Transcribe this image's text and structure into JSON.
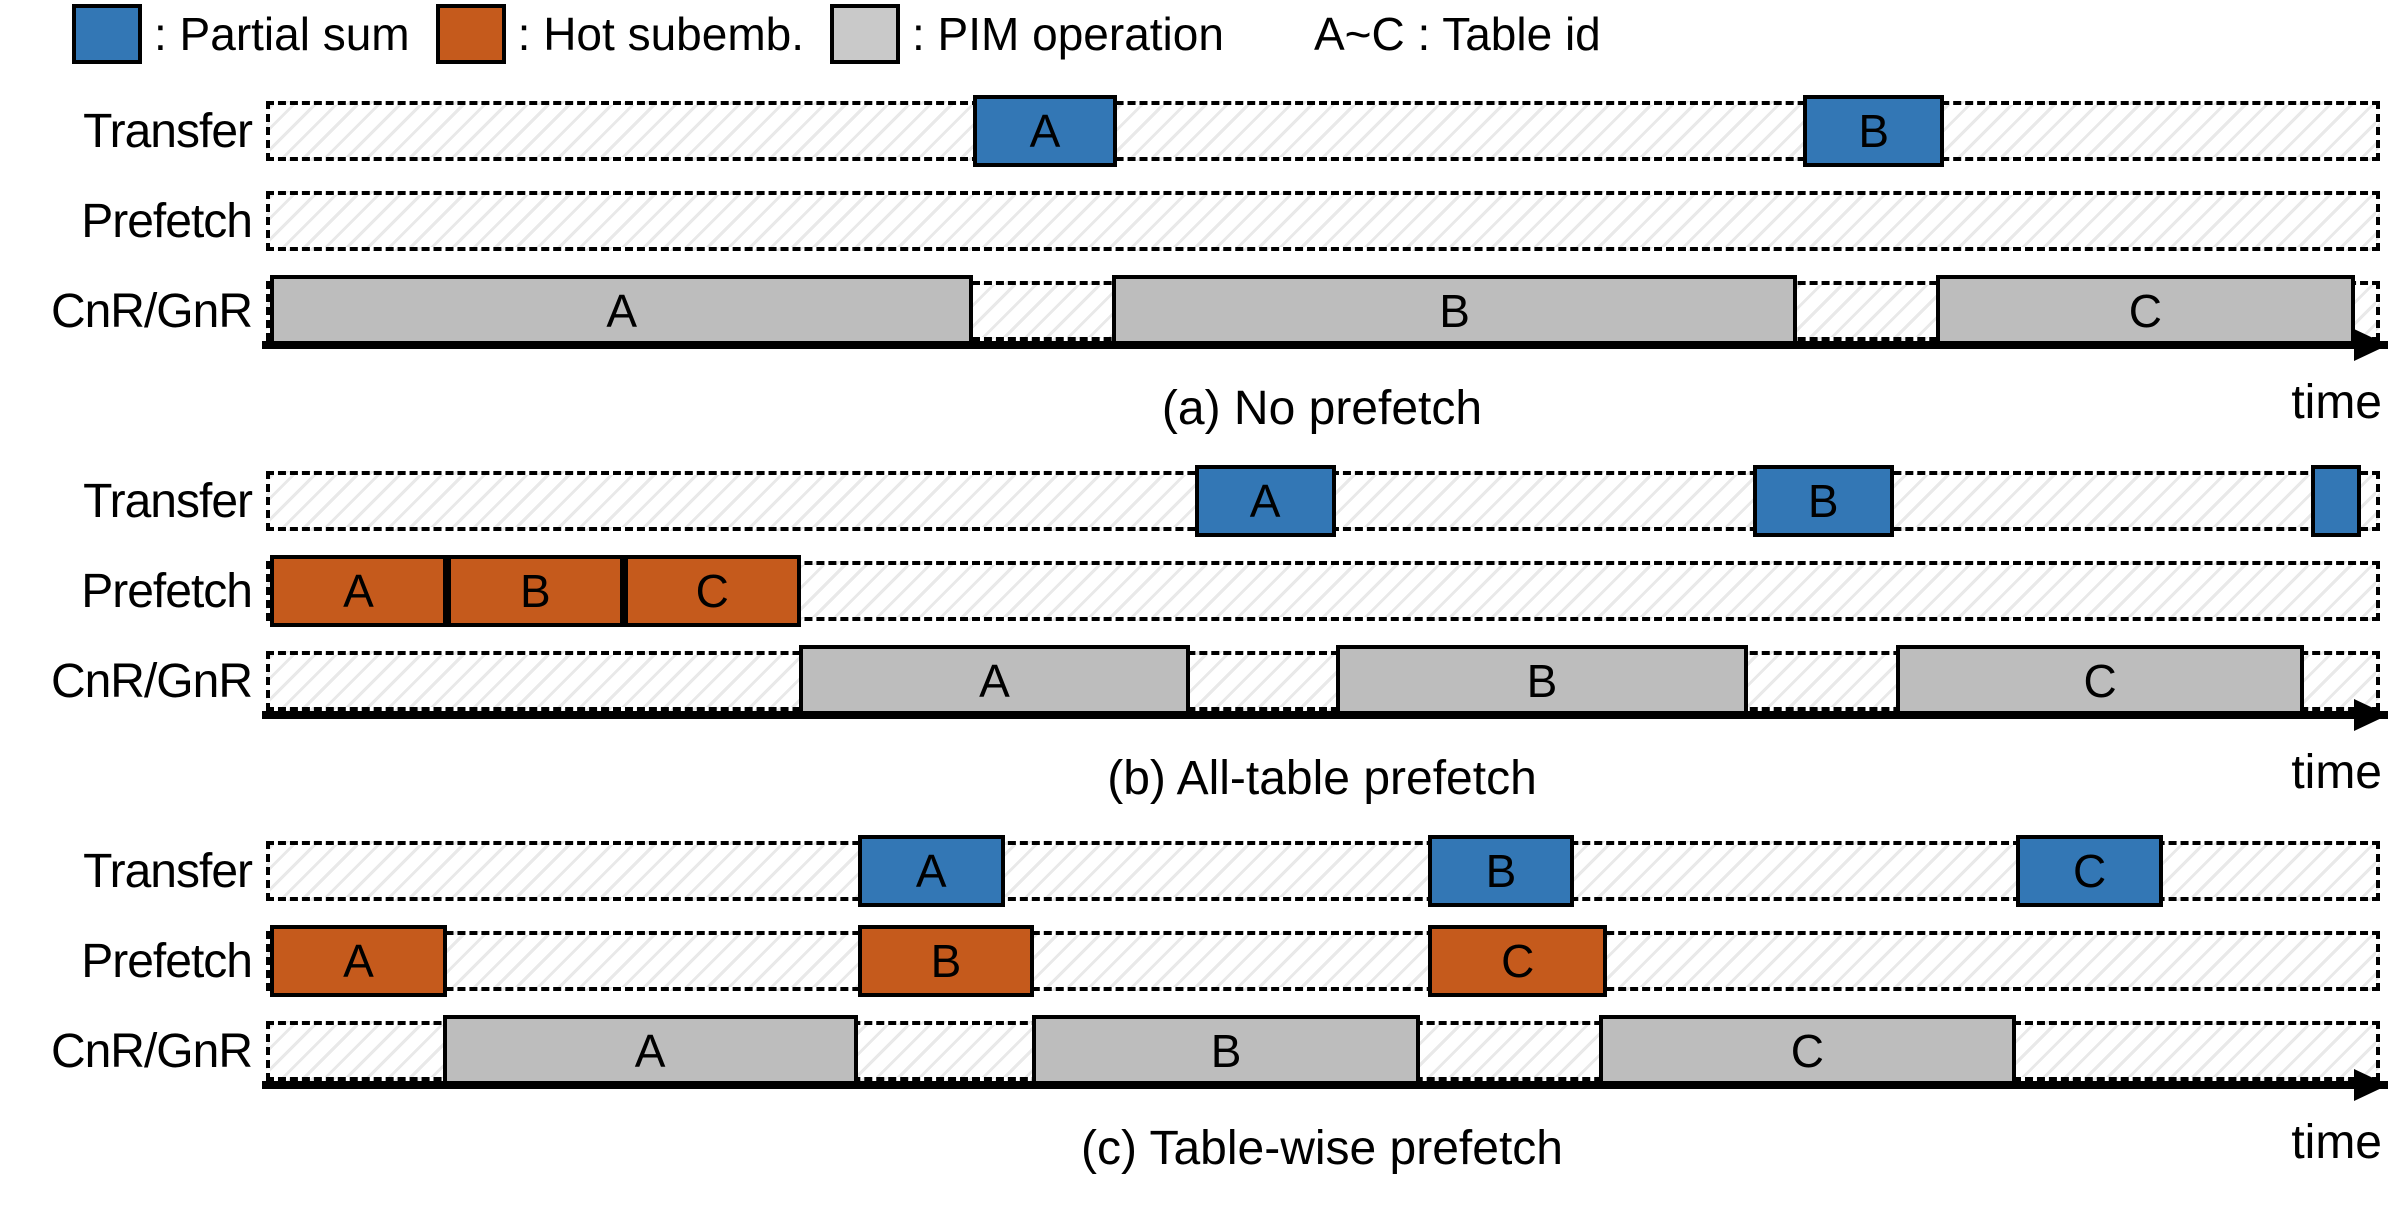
{
  "legend": {
    "items": [
      {
        "name": "partial-sum",
        "swatch_color": "#3377B5",
        "label": ": Partial sum"
      },
      {
        "name": "hot-subemb",
        "swatch_color": "#C55A1C",
        "label": ": Hot subemb."
      },
      {
        "name": "pim-operation",
        "swatch_color": "#C9C9C9",
        "label": ": PIM operation"
      }
    ],
    "note": "A~C : Table id"
  },
  "axis": {
    "time_label": "time"
  },
  "colors": {
    "partial_sum": "#3377B5",
    "hot_subemb": "#C55A1C",
    "pim": "#BDBDBD"
  },
  "panels": [
    {
      "id": "a",
      "caption": "(a) No prefetch",
      "rows": [
        {
          "label": "Transfer",
          "kind": "transfer",
          "bars": [
            {
              "text": "A",
              "type": "partial_sum",
              "start": 33.4,
              "width": 6.8
            },
            {
              "text": "B",
              "type": "partial_sum",
              "start": 72.8,
              "width": 6.7
            }
          ]
        },
        {
          "label": "Prefetch",
          "kind": "prefetch",
          "bars": []
        },
        {
          "label": "CnR/GnR",
          "kind": "cnr",
          "bars": [
            {
              "text": "A",
              "type": "pim",
              "start": 0,
              "width": 33.4
            },
            {
              "text": "B",
              "type": "pim",
              "start": 40.0,
              "width": 32.5
            },
            {
              "text": "C",
              "type": "pim",
              "start": 79.1,
              "width": 19.9
            }
          ]
        }
      ]
    },
    {
      "id": "b",
      "caption": "(b) All-table prefetch",
      "rows": [
        {
          "label": "Transfer",
          "kind": "transfer",
          "bars": [
            {
              "text": "A",
              "type": "partial_sum",
              "start": 43.9,
              "width": 6.7
            },
            {
              "text": "B",
              "type": "partial_sum",
              "start": 70.4,
              "width": 6.7
            },
            {
              "text": "",
              "type": "partial_sum",
              "start": 96.9,
              "width": 2.4
            }
          ]
        },
        {
          "label": "Prefetch",
          "kind": "prefetch",
          "bars": [
            {
              "text": "A",
              "type": "hot_subemb",
              "start": 0,
              "width": 8.4
            },
            {
              "text": "B",
              "type": "hot_subemb",
              "start": 8.4,
              "width": 8.4
            },
            {
              "text": "C",
              "type": "hot_subemb",
              "start": 16.8,
              "width": 8.4
            }
          ]
        },
        {
          "label": "CnR/GnR",
          "kind": "cnr",
          "bars": [
            {
              "text": "A",
              "type": "pim",
              "start": 25.1,
              "width": 18.6
            },
            {
              "text": "B",
              "type": "pim",
              "start": 50.6,
              "width": 19.6
            },
            {
              "text": "C",
              "type": "pim",
              "start": 77.2,
              "width": 19.4
            }
          ]
        }
      ]
    },
    {
      "id": "c",
      "caption": "(c) Table-wise prefetch",
      "rows": [
        {
          "label": "Transfer",
          "kind": "transfer",
          "bars": [
            {
              "text": "A",
              "type": "partial_sum",
              "start": 27.9,
              "width": 7.0
            },
            {
              "text": "B",
              "type": "partial_sum",
              "start": 55.0,
              "width": 6.9
            },
            {
              "text": "C",
              "type": "partial_sum",
              "start": 82.9,
              "width": 7.0
            }
          ]
        },
        {
          "label": "Prefetch",
          "kind": "prefetch",
          "bars": [
            {
              "text": "A",
              "type": "hot_subemb",
              "start": 0,
              "width": 8.4
            },
            {
              "text": "B",
              "type": "hot_subemb",
              "start": 27.9,
              "width": 8.4
            },
            {
              "text": "C",
              "type": "hot_subemb",
              "start": 55.0,
              "width": 8.5
            }
          ]
        },
        {
          "label": "CnR/GnR",
          "kind": "cnr",
          "bars": [
            {
              "text": "A",
              "type": "pim",
              "start": 8.2,
              "width": 19.7
            },
            {
              "text": "B",
              "type": "pim",
              "start": 36.2,
              "width": 18.4
            },
            {
              "text": "C",
              "type": "pim",
              "start": 63.1,
              "width": 19.8
            }
          ]
        }
      ]
    }
  ]
}
